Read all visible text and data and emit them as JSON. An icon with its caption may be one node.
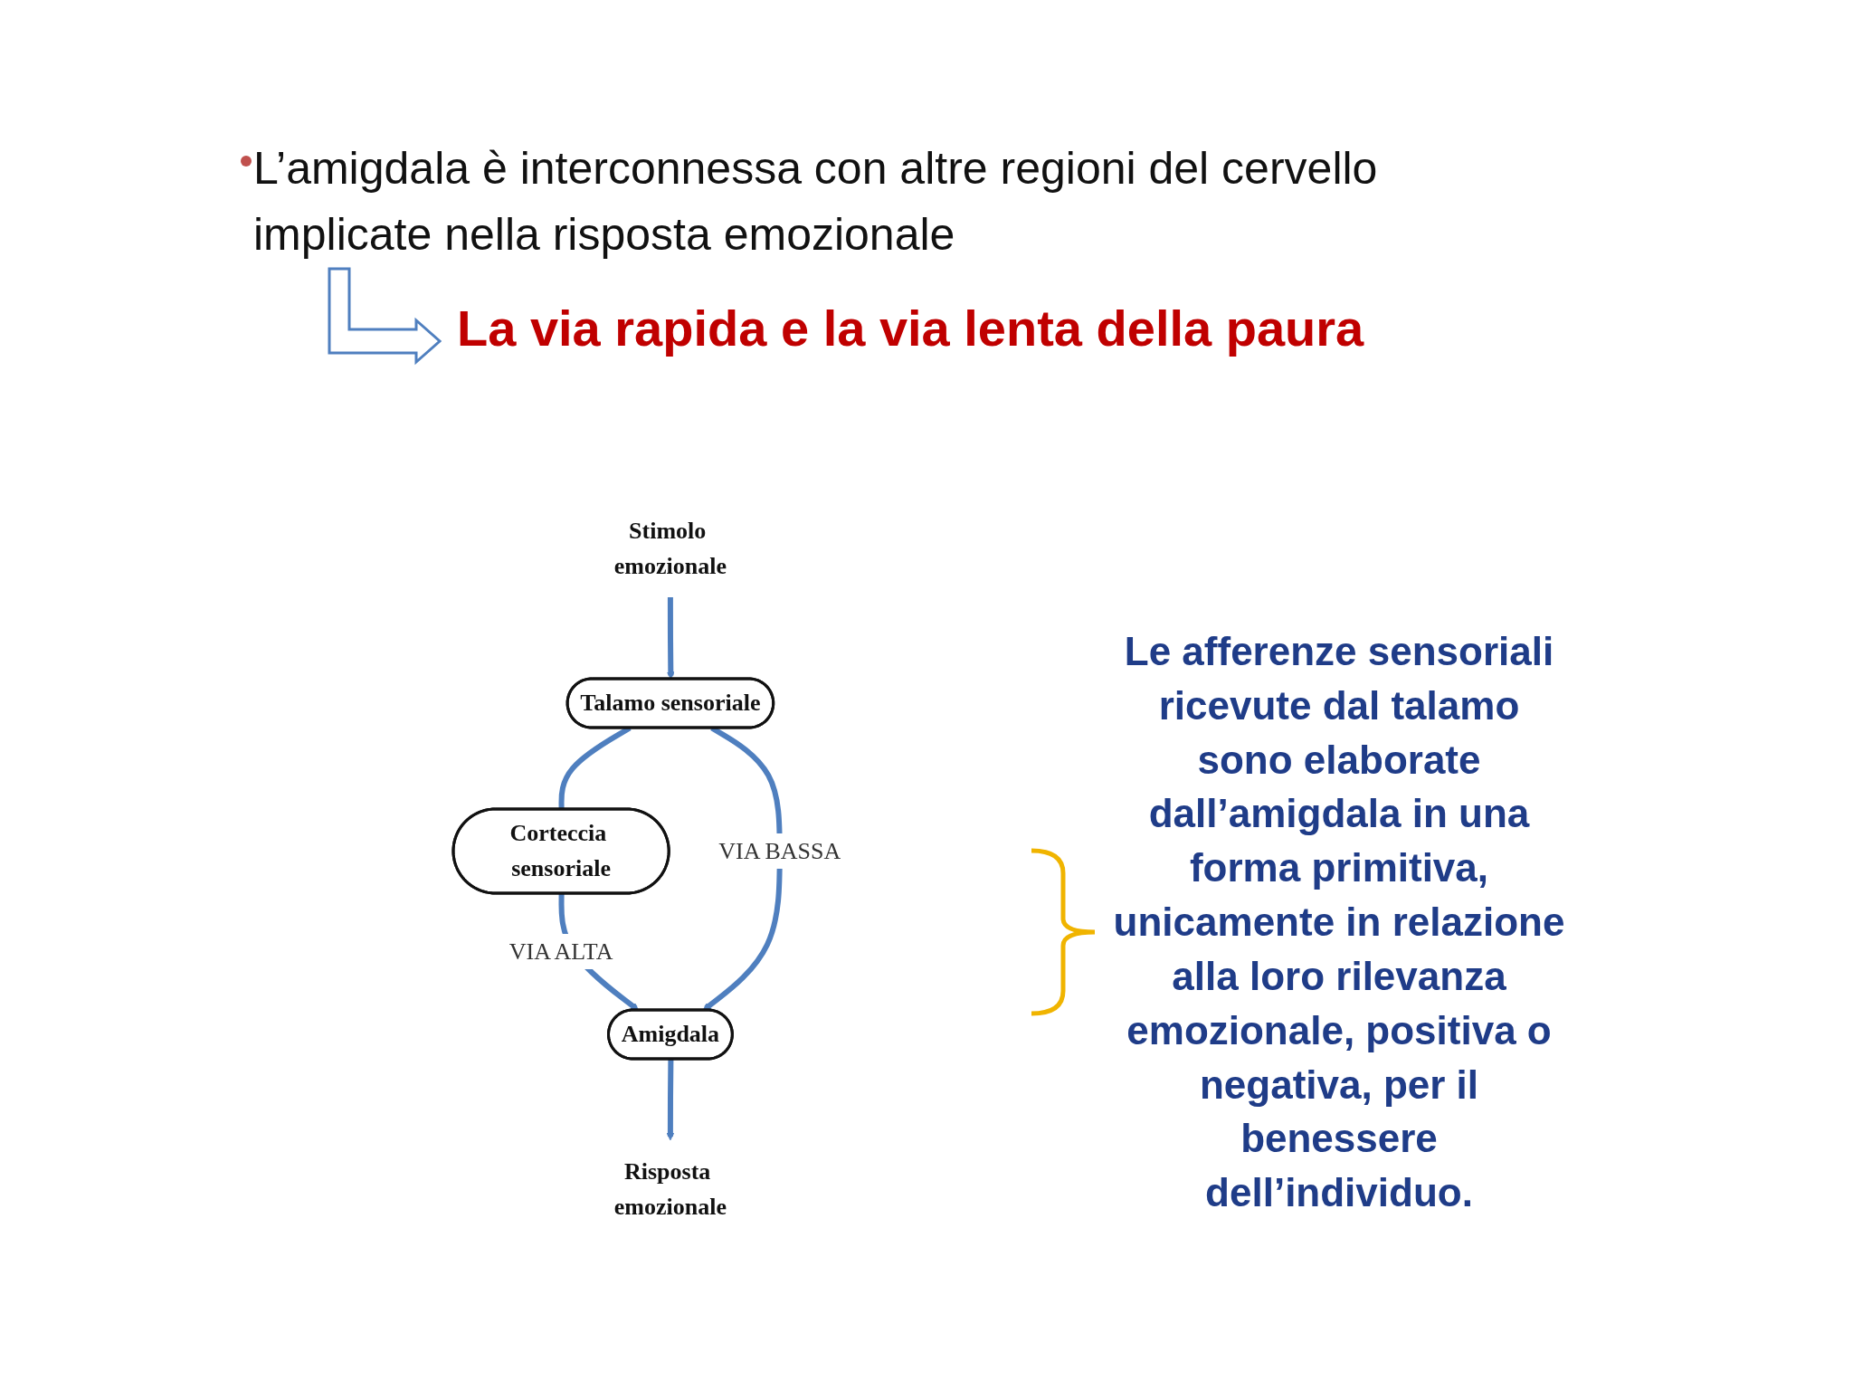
{
  "diagram": {
    "title": "L’amigdala è interconnessa con altre regioni del cervello implicate nella risposta emozionale",
    "nodes": [
      {
        "text": [
          "Corteccia sensoriale"
        ]
      },
      {
        "text": [
          "Talamo sensoriale"
        ]
      },
      {
        "text": [
          "Amigdala"
        ]
      },
      {
        "text": [
          "Stimolo emozionale"
        ]
      },
      {
        "text": [
          "Risposta emozionale"
        ]
      }
    ],
    "edges": [
      {
        "from": 1,
        "to": 0,
        "arrow": "none"
      },
      {
        "from": 0,
        "to": 2,
        "arrow": "to",
        "label": "VIA ALTA"
      },
      {
        "from": 1,
        "to": 2,
        "arrow": "to",
        "label": "VIA BASSA"
      },
      {
        "from": 3,
        "to": 1,
        "arrow": "to"
      },
      {
        "from": 2,
        "to": 4,
        "arrow": "to"
      }
    ],
    "labels": [
      "La via rapida e la via lenta della paura",
      "Le afferenze sensoriali ricevute dal talamo sono elaborate dall’amigdala in una forma primitiva, unicamente in relazione alla loro rilevanza emozionale, positiva o negativa, per il benessere dell’individuo."
    ]
  }
}
